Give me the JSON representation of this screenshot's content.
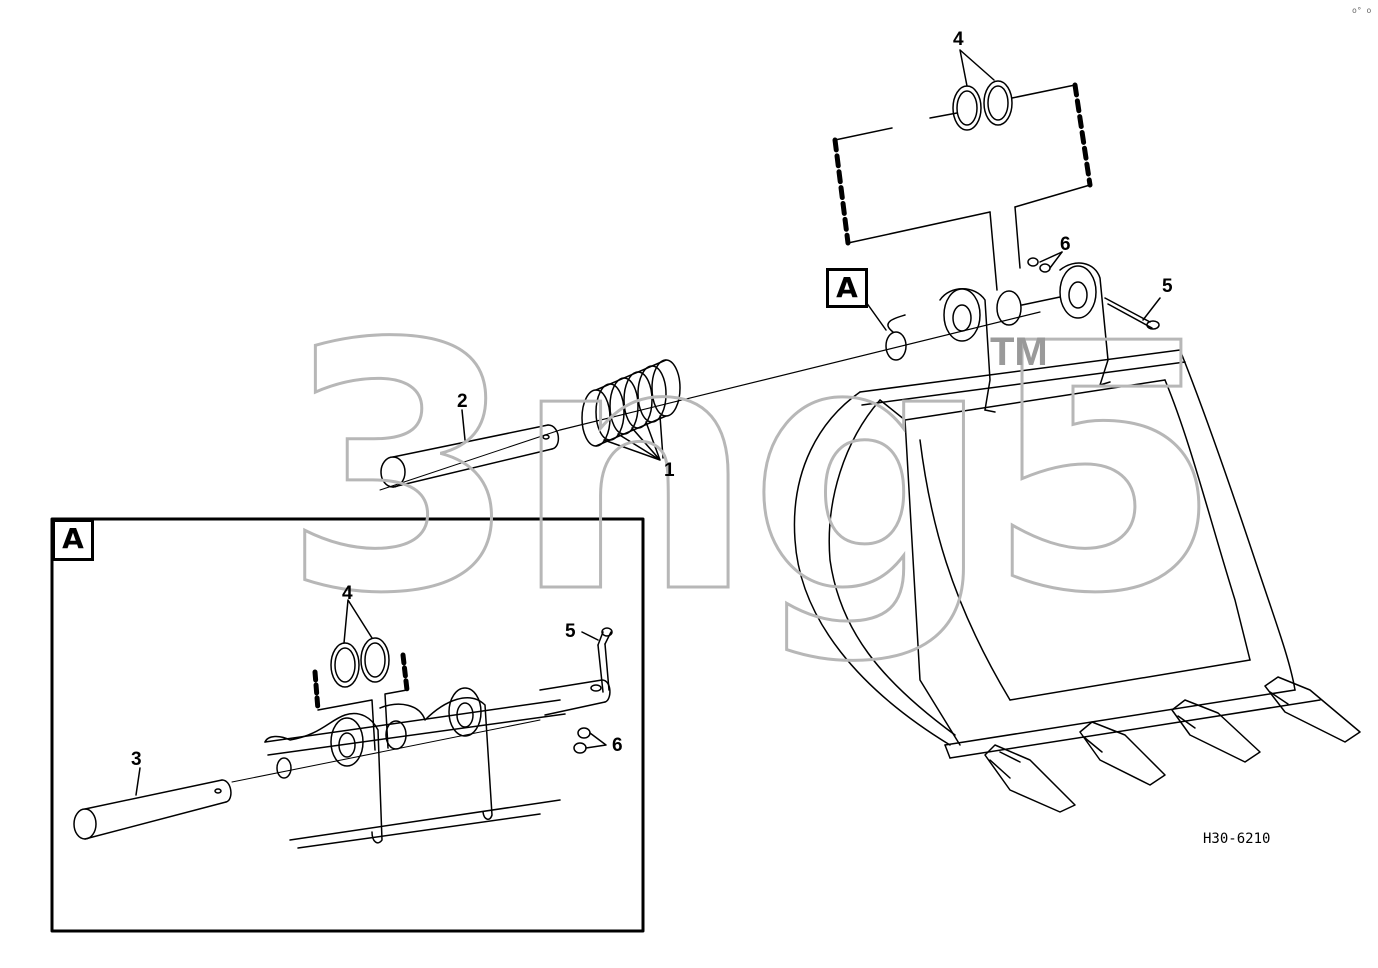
{
  "callouts": {
    "main_1": "1",
    "main_2": "2",
    "main_4": "4",
    "main_5": "5",
    "main_6": "6",
    "detail_3": "3",
    "detail_4": "4",
    "detail_5": "5",
    "detail_6": "6"
  },
  "view_label": "A",
  "detail_label": "A",
  "watermark": {
    "text": "3ng5",
    "mark": "TM"
  },
  "drawing_code": "H30-6210",
  "corner_mark": "o° o",
  "colors": {
    "line": "#000000",
    "watermark": "#b7b7b7"
  }
}
